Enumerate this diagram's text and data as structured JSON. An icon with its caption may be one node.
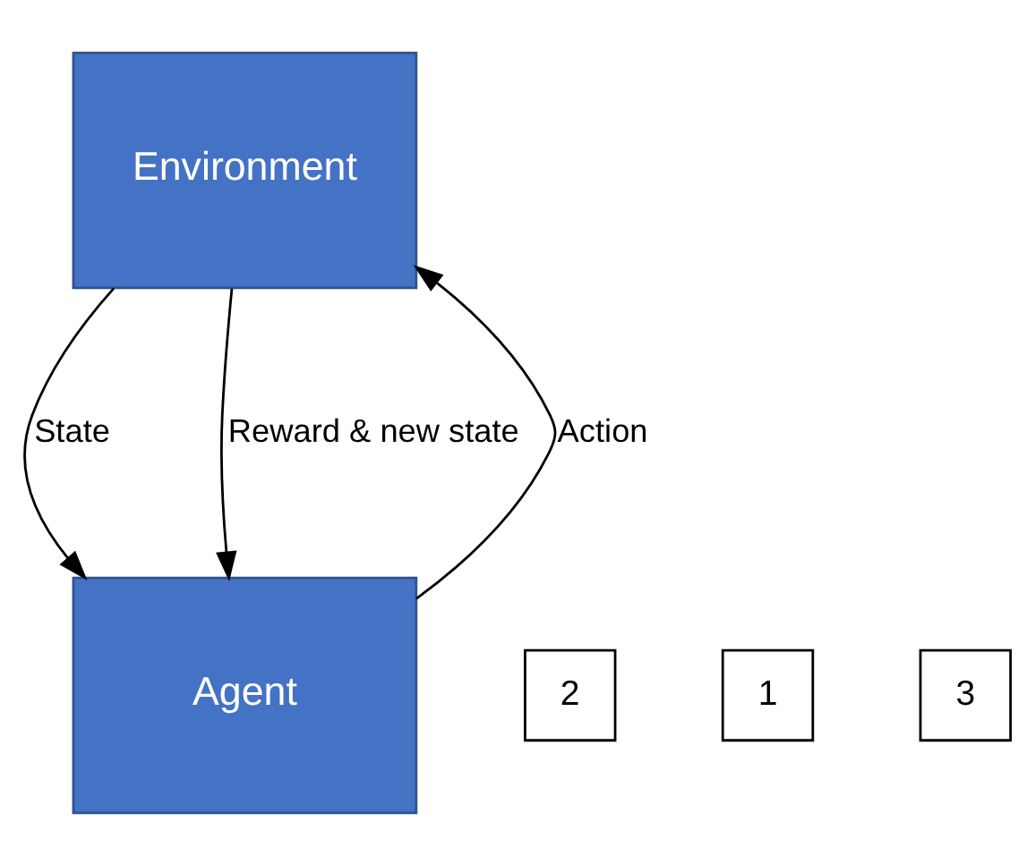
{
  "diagram": {
    "nodes": [
      {
        "text": [
          "Environment"
        ]
      },
      {
        "text": [
          "Agent"
        ]
      },
      {
        "text": [
          "2"
        ]
      },
      {
        "text": [
          "1"
        ]
      },
      {
        "text": [
          "3"
        ]
      }
    ],
    "edges": [
      {
        "from": 1,
        "to": 0,
        "arrow": "to",
        "label": "Action"
      },
      {
        "from": 0,
        "to": 1,
        "arrow": "to",
        "label": "State"
      },
      {
        "from": 0,
        "to": 1,
        "arrow": "to",
        "label": "Reward & new state"
      }
    ]
  }
}
